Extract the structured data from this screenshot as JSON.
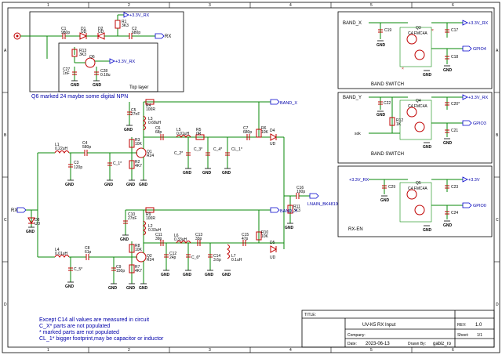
{
  "frame": {
    "col_labels": [
      "1",
      "2",
      "3",
      "4",
      "5",
      "6"
    ],
    "row_labels": [
      "A",
      "B",
      "C",
      "D"
    ]
  },
  "top_notes": {
    "q6_note": "Q6 marked 24 maybe some digital NPN",
    "top_layer": "Top layer"
  },
  "band_switch_x": {
    "title": "BAND SWITCH",
    "net_in": "BAND_X",
    "supply": "+3.3V_RX",
    "gpio": "GPIO4",
    "q": "Q3",
    "q_part": "C4 FMC4A",
    "cap1": "C19",
    "cap2": "C17",
    "cap3": "C18",
    "gnd": "GND"
  },
  "band_switch_y": {
    "title": "BAND SWITCH",
    "net_in": "BAND_Y",
    "supply": "+3.3V_RX",
    "gpio": "GPIO3",
    "q": "Q4",
    "q_part": "C4 FMC4A",
    "cap1": "C22",
    "cap2": "C20*",
    "cap3": "C21",
    "res": "R12",
    "res_val": "1K",
    "note": "sok",
    "gnd": "GND"
  },
  "rx_en": {
    "title": "RX-EN",
    "supply_in": "+3.3V_RX",
    "supply_out": "+3.3V",
    "gpio": "GPIO0",
    "q": "Q5",
    "q_part": "C4 FMC4A",
    "cap1": "C29",
    "cap2": "C23",
    "cap3": "C24",
    "gnd": "GND"
  },
  "top_block": {
    "c1": "C1",
    "c1v": "980p",
    "d1": "D1",
    "d1v": "UD",
    "d2": "D2",
    "d2v": "UD",
    "r1": "R1",
    "r1v": "3K3",
    "c2": "C2",
    "c2v": "680p",
    "rx_net": "RX",
    "supply": "+3.3V_RX",
    "r13": "R13",
    "r13v": "3K3",
    "q6": "Q6",
    "c27": "C27",
    "c27v": "1nF",
    "c28": "C28",
    "c28v": "0.18u",
    "supply2": "+3.3V_RX",
    "gnd": "GND"
  },
  "main": {
    "rx_port": "RX",
    "d8": "D8",
    "d8v": "UD",
    "l1": "L1",
    "l1v": "0.22uH",
    "c4": "C4",
    "c4v": "580p",
    "c3": "C3",
    "c3v": "120p",
    "c_1": "C_1*",
    "r3": "R3",
    "r3v": "10K",
    "r2": "R2",
    "r2v": "4K7",
    "q1": "Q1",
    "q1v": "R24",
    "r4": "R4",
    "r4v": "100R",
    "c5": "C5",
    "c5v": "27nF",
    "l3": "L3",
    "l3v": "0.68uH",
    "c6": "C6",
    "c6v": "68p",
    "l5": "L5",
    "l5v": "0.01uH",
    "r5": "R5",
    "r5v": "0R",
    "c_2": "C_2*",
    "c_3": "C_3*",
    "c_4": "C_4*",
    "cl_1": "CL_1*",
    "c7": "C7",
    "c7v": "680p",
    "r6": "R6",
    "r6v": "10K",
    "d4": "D4",
    "d4v": "UD",
    "band_x": "BAND_X",
    "c16": "C16",
    "c16v": "100p",
    "r11": "R11",
    "r11v": "3K3",
    "lnain": "LNAIN_BK4819",
    "band_y": "BAND_Y",
    "l4": "L4",
    "l4v": "0.01uH",
    "c8": "C8",
    "c8v": "61p",
    "c9": "C9",
    "c9v": "150p",
    "c_5": "C_5*",
    "r8": "R8",
    "r8v": "10K",
    "r7": "R7",
    "r7v": "4K7",
    "q2": "Q2",
    "q2v": "R24",
    "r9": "R9",
    "r9v": "100R",
    "c10": "C10",
    "c10v": "27nF",
    "l2": "L2",
    "l2v": "0.33uH",
    "c11": "C11",
    "c11v": "39p",
    "l6": "L6",
    "l6v": "0.33uH",
    "c12": "C12",
    "c12v": "24p",
    "c_6": "C_6*",
    "c13": "C13",
    "c13v": "33p",
    "c14": "C14",
    "c14v": "3.6p",
    "l7": "L7",
    "l7v": "0.1uH",
    "c15": "C15",
    "c15v": "47p",
    "r10": "R10",
    "r10v": "10K",
    "d5": "D5",
    "d5v": "UD",
    "gnd": "GND"
  },
  "notes": [
    "Except C14 all values are measured in circuit",
    "C_X* parts are not populated",
    "* marked parts are not populated",
    "CL_1* bigger footprint,may be capacitor or inductor"
  ],
  "title_block": {
    "title_label": "TITLE:",
    "title": "UV-K5 RX Input",
    "rev_label": "REV:",
    "rev": "1.0",
    "company_label": "Company:",
    "company": "",
    "sheet_label": "Sheet:",
    "sheet": "1/1",
    "date_label": "Date:",
    "date": "2023-06-13",
    "drawn_label": "Drawn By:",
    "drawn": "gabiz_ro"
  }
}
